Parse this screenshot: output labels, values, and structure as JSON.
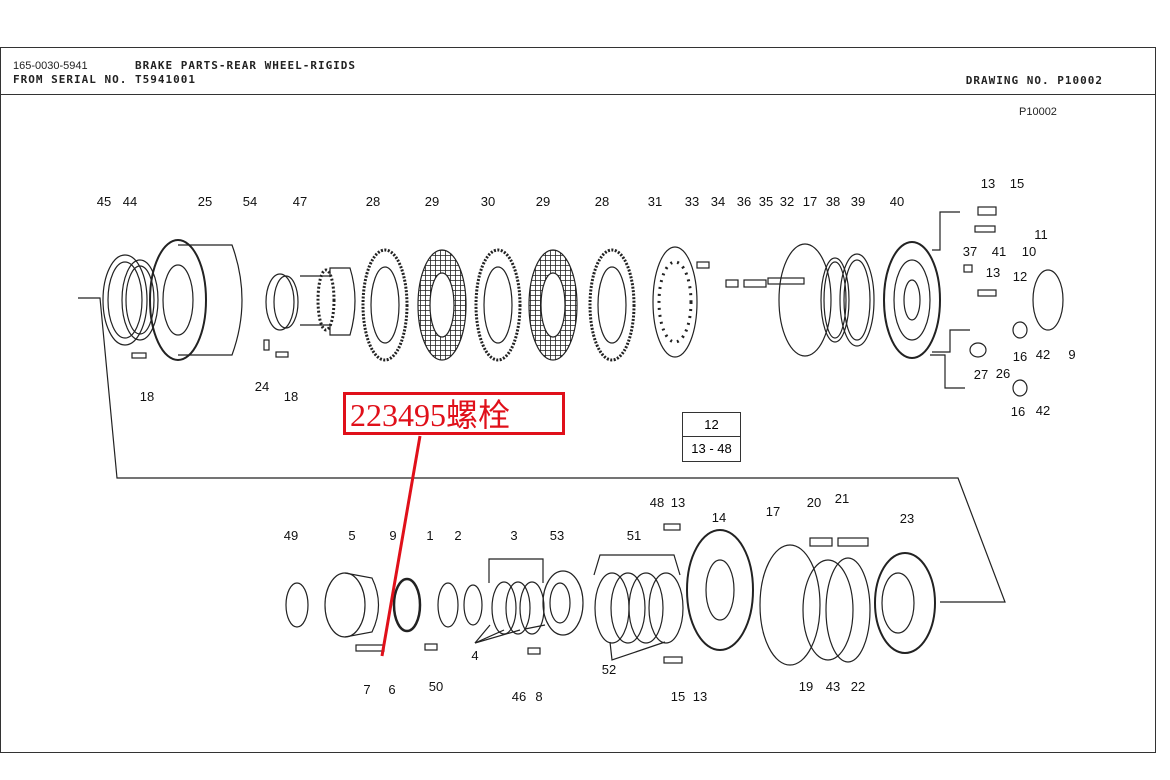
{
  "header": {
    "part_number": "165-0030-5941",
    "title": "BRAKE PARTS-REAR WHEEL-RIGIDS",
    "serial": "FROM SERIAL NO. T5941001",
    "drawing_no": "DRAWING NO. P10002",
    "drawing_ref": "P10002"
  },
  "annotation": {
    "text": "223495螺栓",
    "color": "#e0101a"
  },
  "reference_box": {
    "top": "12",
    "bottom": "13 - 48"
  },
  "callouts": [
    "45",
    "44",
    "25",
    "54",
    "47",
    "28",
    "29",
    "30",
    "29",
    "28",
    "31",
    "33",
    "34",
    "36",
    "35",
    "32",
    "17",
    "38",
    "39",
    "40",
    "13",
    "15",
    "11",
    "41",
    "10",
    "37",
    "13",
    "12",
    "16",
    "42",
    "9",
    "27",
    "26",
    "16",
    "42",
    "18",
    "24",
    "18",
    "49",
    "5",
    "9",
    "1",
    "2",
    "3",
    "53",
    "51",
    "48",
    "13",
    "14",
    "17",
    "20",
    "21",
    "23",
    "4",
    "46",
    "8",
    "7",
    "6",
    "50",
    "52",
    "15",
    "13",
    "19",
    "43",
    "22"
  ]
}
